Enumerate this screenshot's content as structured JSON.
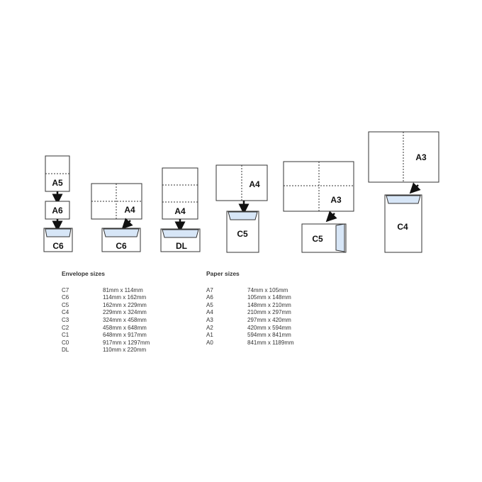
{
  "colors": {
    "line": "#333333",
    "window": "#d7e6f7",
    "paper": "#ffffff"
  },
  "groups": [
    {
      "items": [
        "A5",
        "A6",
        "C6"
      ]
    },
    {
      "items": [
        "A4",
        "C6"
      ]
    },
    {
      "items": [
        "A4",
        "DL"
      ]
    },
    {
      "items": [
        "A4",
        "C5"
      ]
    },
    {
      "items": [
        "A3",
        "C5"
      ]
    },
    {
      "items": [
        "A3",
        "C4"
      ]
    }
  ],
  "envelope_table": {
    "title": "Envelope sizes",
    "rows": [
      {
        "code": "C7",
        "size": "81mm x 114mm"
      },
      {
        "code": "C6",
        "size": "114mm x 162mm"
      },
      {
        "code": "C5",
        "size": "162mm x 229mm"
      },
      {
        "code": "C4",
        "size": "229mm x 324mm"
      },
      {
        "code": "C3",
        "size": "324mm x 458mm"
      },
      {
        "code": "C2",
        "size": "458mm x 648mm"
      },
      {
        "code": "C1",
        "size": "648mm x 917mm"
      },
      {
        "code": "C0",
        "size": "917mm x 1297mm"
      },
      {
        "code": "DL",
        "size": "110mm x 220mm"
      }
    ]
  },
  "paper_table": {
    "title": "Paper sizes",
    "rows": [
      {
        "code": "A7",
        "size": "74mm x 105mm"
      },
      {
        "code": "A6",
        "size": "105mm x 148mm"
      },
      {
        "code": "A5",
        "size": "148mm x 210mm"
      },
      {
        "code": "A4",
        "size": "210mm x 297mm"
      },
      {
        "code": "A3",
        "size": "297mm x 420mm"
      },
      {
        "code": "A2",
        "size": "420mm x 594mm"
      },
      {
        "code": "A1",
        "size": "594mm x 841mm"
      },
      {
        "code": "A0",
        "size": "841mm x 1189mm"
      }
    ]
  }
}
